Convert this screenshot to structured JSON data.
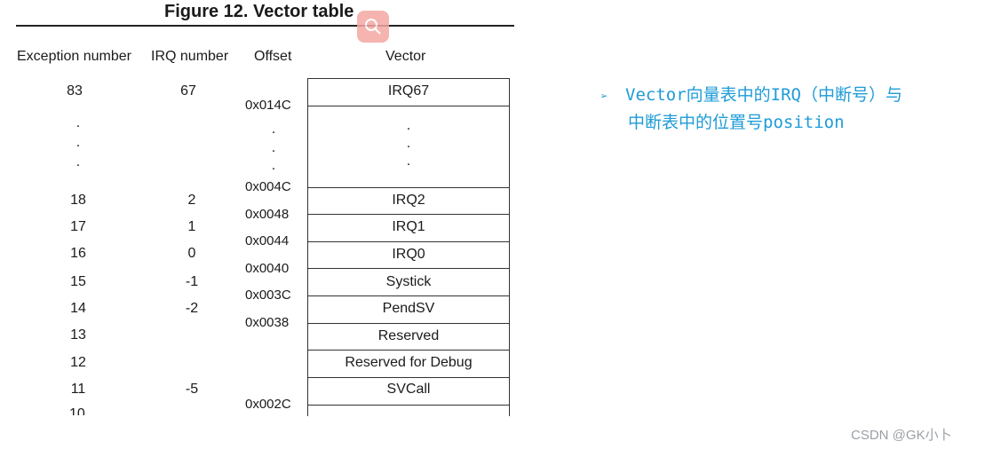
{
  "figure": {
    "title": "Figure 12. Vector table",
    "headers": {
      "exception": "Exception number",
      "irq": "IRQ number",
      "offset": "Offset",
      "vector": "Vector"
    },
    "rows": [
      {
        "exception": "83",
        "irq": "67",
        "vector": "IRQ67"
      },
      {
        "exception": "18",
        "irq": "2",
        "vector": "IRQ2"
      },
      {
        "exception": "17",
        "irq": "1",
        "vector": "IRQ1"
      },
      {
        "exception": "16",
        "irq": "0",
        "vector": "IRQ0"
      },
      {
        "exception": "15",
        "irq": "-1",
        "vector": "Systick"
      },
      {
        "exception": "14",
        "irq": "-2",
        "vector": "PendSV"
      },
      {
        "exception": "13",
        "irq": "",
        "vector": "Reserved"
      },
      {
        "exception": "12",
        "irq": "",
        "vector": "Reserved for Debug"
      },
      {
        "exception": "11",
        "irq": "-5",
        "vector": "SVCall"
      }
    ],
    "offsets": [
      "0x014C",
      "0x004C",
      "0x0048",
      "0x0044",
      "0x0040",
      "0x003C",
      "0x0038",
      "0x002C"
    ],
    "ellipsis": ".",
    "cut_off_text": "10"
  },
  "note": {
    "bullet": "➢",
    "line1": "Vector向量表中的IRQ（中断号）与",
    "line2": "中断表中的位置号position"
  },
  "watermark": "CSDN @GK小卜",
  "icons": {
    "search_badge": "search-icon"
  },
  "colors": {
    "note_text": "#1e9bd7",
    "badge": "#f4a7a3",
    "watermark": "#9aa0a6"
  }
}
